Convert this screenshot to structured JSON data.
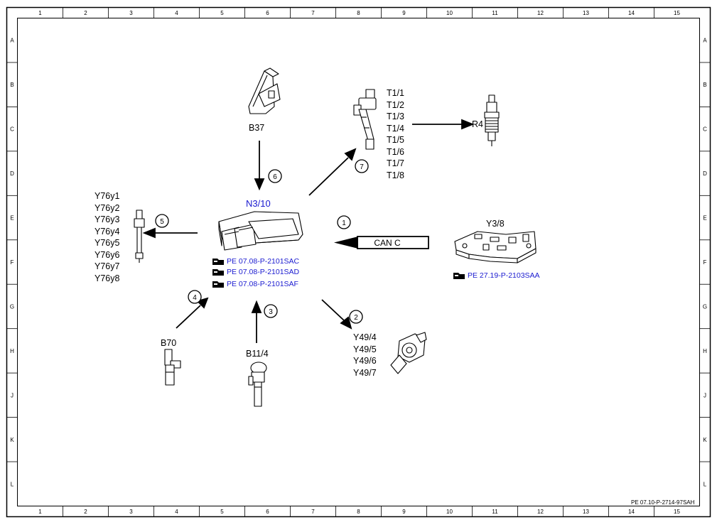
{
  "frame": {
    "columns": [
      "1",
      "2",
      "3",
      "4",
      "5",
      "6",
      "7",
      "8",
      "9",
      "10",
      "11",
      "12",
      "13",
      "14",
      "15"
    ],
    "rows": [
      "A",
      "B",
      "C",
      "D",
      "E",
      "F",
      "G",
      "H",
      "J",
      "K",
      "L"
    ]
  },
  "components": {
    "n3_10": {
      "label": "N3/10"
    },
    "b37": {
      "label": "B37"
    },
    "t1": {
      "labels": [
        "T1/1",
        "T1/2",
        "T1/3",
        "T1/4",
        "T1/5",
        "T1/6",
        "T1/7",
        "T1/8"
      ]
    },
    "r4": {
      "label": "R4"
    },
    "y76": {
      "labels": [
        "Y76y1",
        "Y76y2",
        "Y76y3",
        "Y76y4",
        "Y76y5",
        "Y76y6",
        "Y76y7",
        "Y76y8"
      ]
    },
    "y3_8": {
      "label": "Y3/8"
    },
    "b70": {
      "label": "B70"
    },
    "b11_4": {
      "label": "B11/4"
    },
    "y49": {
      "labels": [
        "Y49/4",
        "Y49/5",
        "Y49/6",
        "Y49/7"
      ]
    }
  },
  "bus_label": "CAN C",
  "step_numbers": [
    "1",
    "2",
    "3",
    "4",
    "5",
    "6",
    "7"
  ],
  "references": {
    "n3_10": [
      "PE 07.08-P-2101SAC",
      "PE 07.08-P-2101SAD",
      "PE 07.08-P-2101SAF"
    ],
    "y3_8": [
      "PE 27.19-P-2103SAA"
    ]
  },
  "footer_code": "PE 07.10-P-2714-97SAH",
  "colors": {
    "link": "#1a1ad0",
    "line": "#000000",
    "background": "#ffffff"
  },
  "icons": [
    "reference-book-icon"
  ]
}
